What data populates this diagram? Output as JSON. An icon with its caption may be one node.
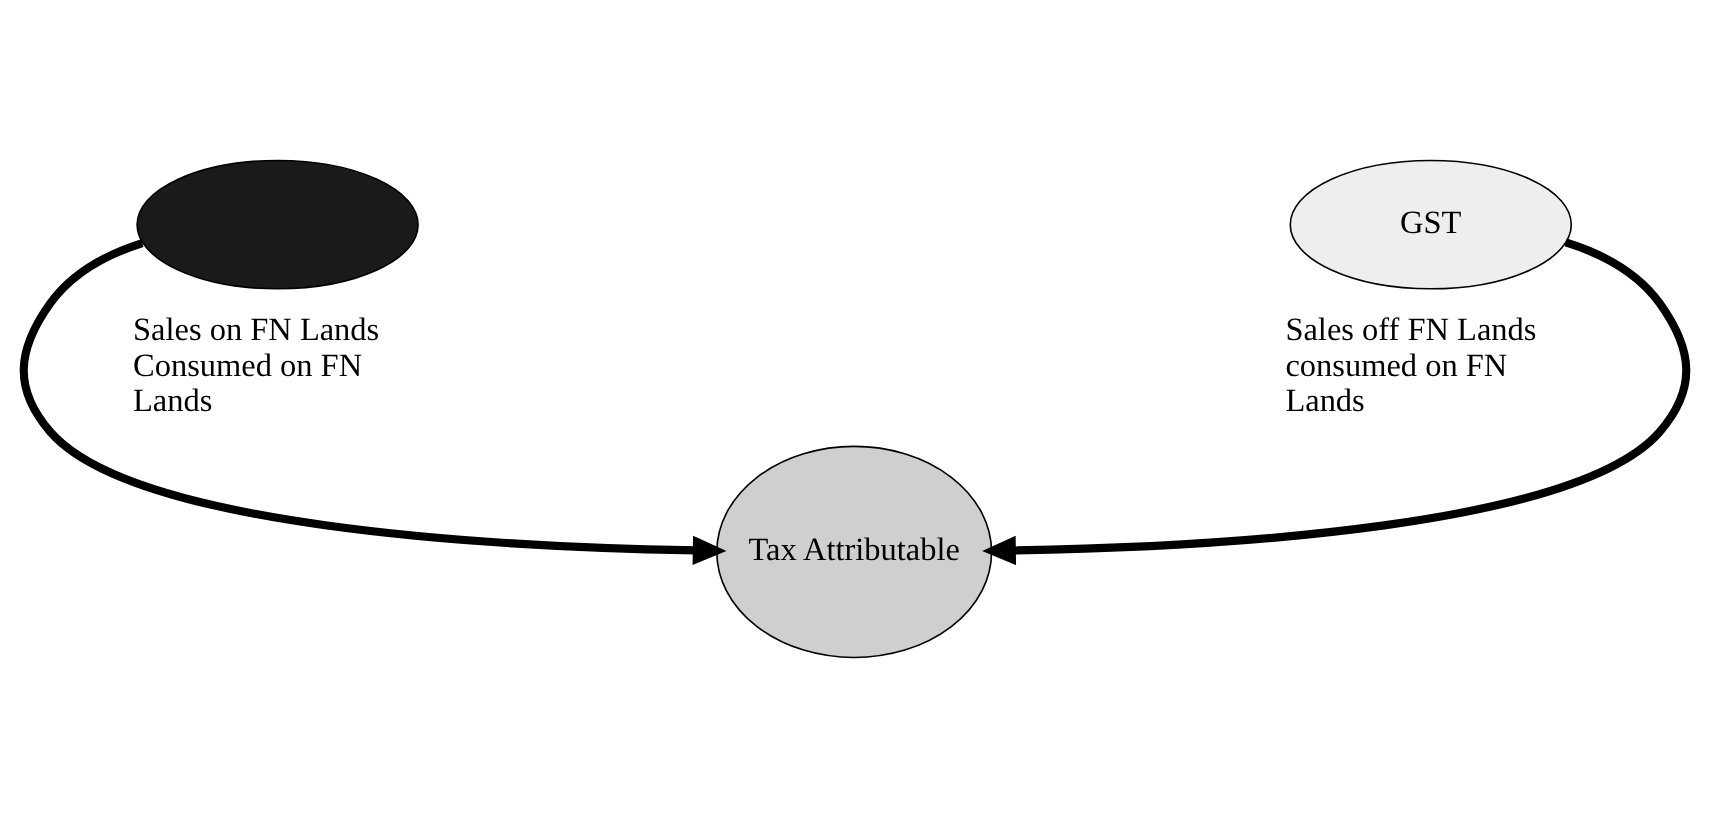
{
  "diagram": {
    "nodes": [
      {
        "text": [],
        "shape": "ellipse",
        "beside": [
          "Sales on FN Lands Consumed on FN Lands"
        ]
      },
      {
        "text": [
          "GST"
        ],
        "beside": [
          "Sales off FN Lands consumed on FN Lands"
        ]
      },
      {
        "text": [
          "Tax Attributable"
        ]
      }
    ],
    "edges": [
      {
        "from": 0,
        "to": 2,
        "arrow": "to"
      },
      {
        "from": 1,
        "to": 2,
        "arrow": "to"
      }
    ]
  }
}
